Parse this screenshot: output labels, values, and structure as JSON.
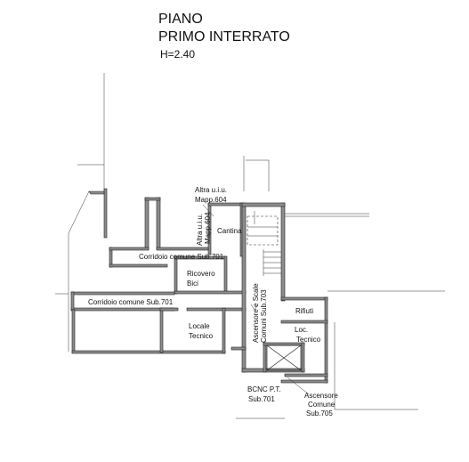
{
  "title": {
    "line1": "PIANO",
    "line2": "PRIMO INTERRATO",
    "height": "H=2.40"
  },
  "labels": {
    "altra_uiu_top_1": "Altra u.i.u.",
    "altra_uiu_top_2": "Mapp.604",
    "altra_uiu_vert_1": "Altra u.i.u.",
    "altra_uiu_vert_2": "Mapp.604",
    "cantina": "Cantina",
    "corridoio_top": "Corridoio comune Sub.701",
    "ricovero_1": "Ricovero",
    "ricovero_2": "Bici",
    "corridoio_left": "Corridoio comune Sub.701",
    "ascensore_scale_1": "Ascensore e Scale",
    "ascensore_scale_2": "Comuni Sub.703",
    "rifiuti": "Rifiuti",
    "locale_tecnico_1": "Locale",
    "locale_tecnico_2": "Tecnico",
    "loc_tecnico_1": "Loc.",
    "loc_tecnico_2": "Tecnico",
    "bcnc_1": "BCNC P.T.",
    "bcnc_2": "Sub.701",
    "ascensore_1": "Ascensore",
    "ascensore_2": "Comune",
    "ascensore_3": "Sub.705"
  }
}
